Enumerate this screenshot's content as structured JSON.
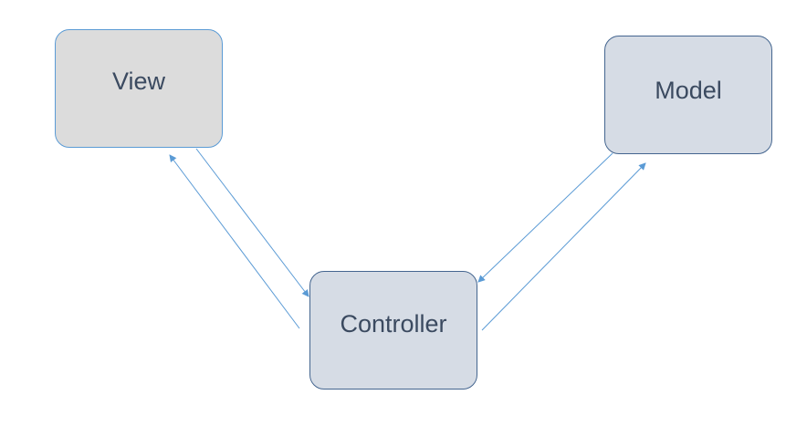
{
  "diagram": {
    "nodes": {
      "view": {
        "label": "View"
      },
      "model": {
        "label": "Model"
      },
      "controller": {
        "label": "Controller"
      }
    },
    "edges": [
      {
        "from": "view",
        "to": "controller"
      },
      {
        "from": "controller",
        "to": "view"
      },
      {
        "from": "model",
        "to": "controller"
      },
      {
        "from": "controller",
        "to": "model"
      }
    ],
    "colors": {
      "view_fill": "#dcdcdc",
      "view_border": "#5b9bd5",
      "node_fill": "#d6dce5",
      "node_border": "#44658f",
      "arrow": "#5b9bd5",
      "text": "#3b4a60"
    }
  }
}
